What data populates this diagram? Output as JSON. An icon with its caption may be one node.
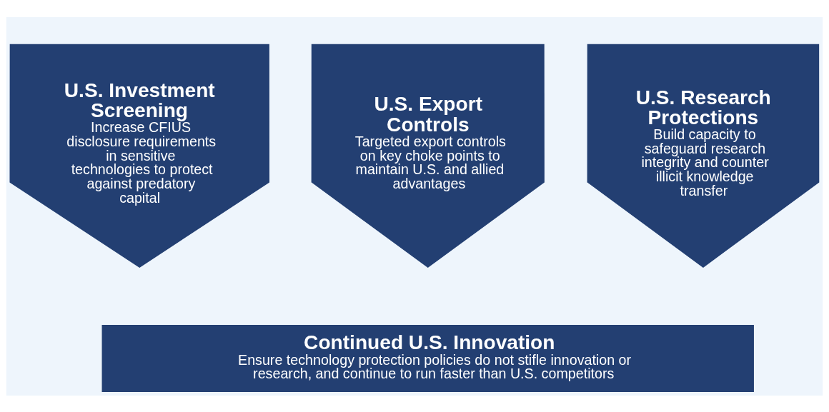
{
  "diagram": {
    "nodes": [
      {
        "text": [
          "U.S. Investment Screening",
          "Increase CFIUS disclosure requirements in sensitive technologies to protect against predatory capital"
        ]
      },
      {
        "text": [
          "U.S. Export Controls",
          "Targeted export controls on key choke points to maintain U.S. and allied advantages"
        ]
      },
      {
        "text": [
          "U.S. Research Protections",
          "Build capacity to safeguard research integrity and counter illicit knowledge transfer"
        ]
      },
      {
        "text": [
          "Continued U.S. Innovation",
          "Ensure technology protection policies do not stifle innovation or research, and continue to run faster than U.S. competitors"
        ]
      }
    ],
    "edges": []
  }
}
